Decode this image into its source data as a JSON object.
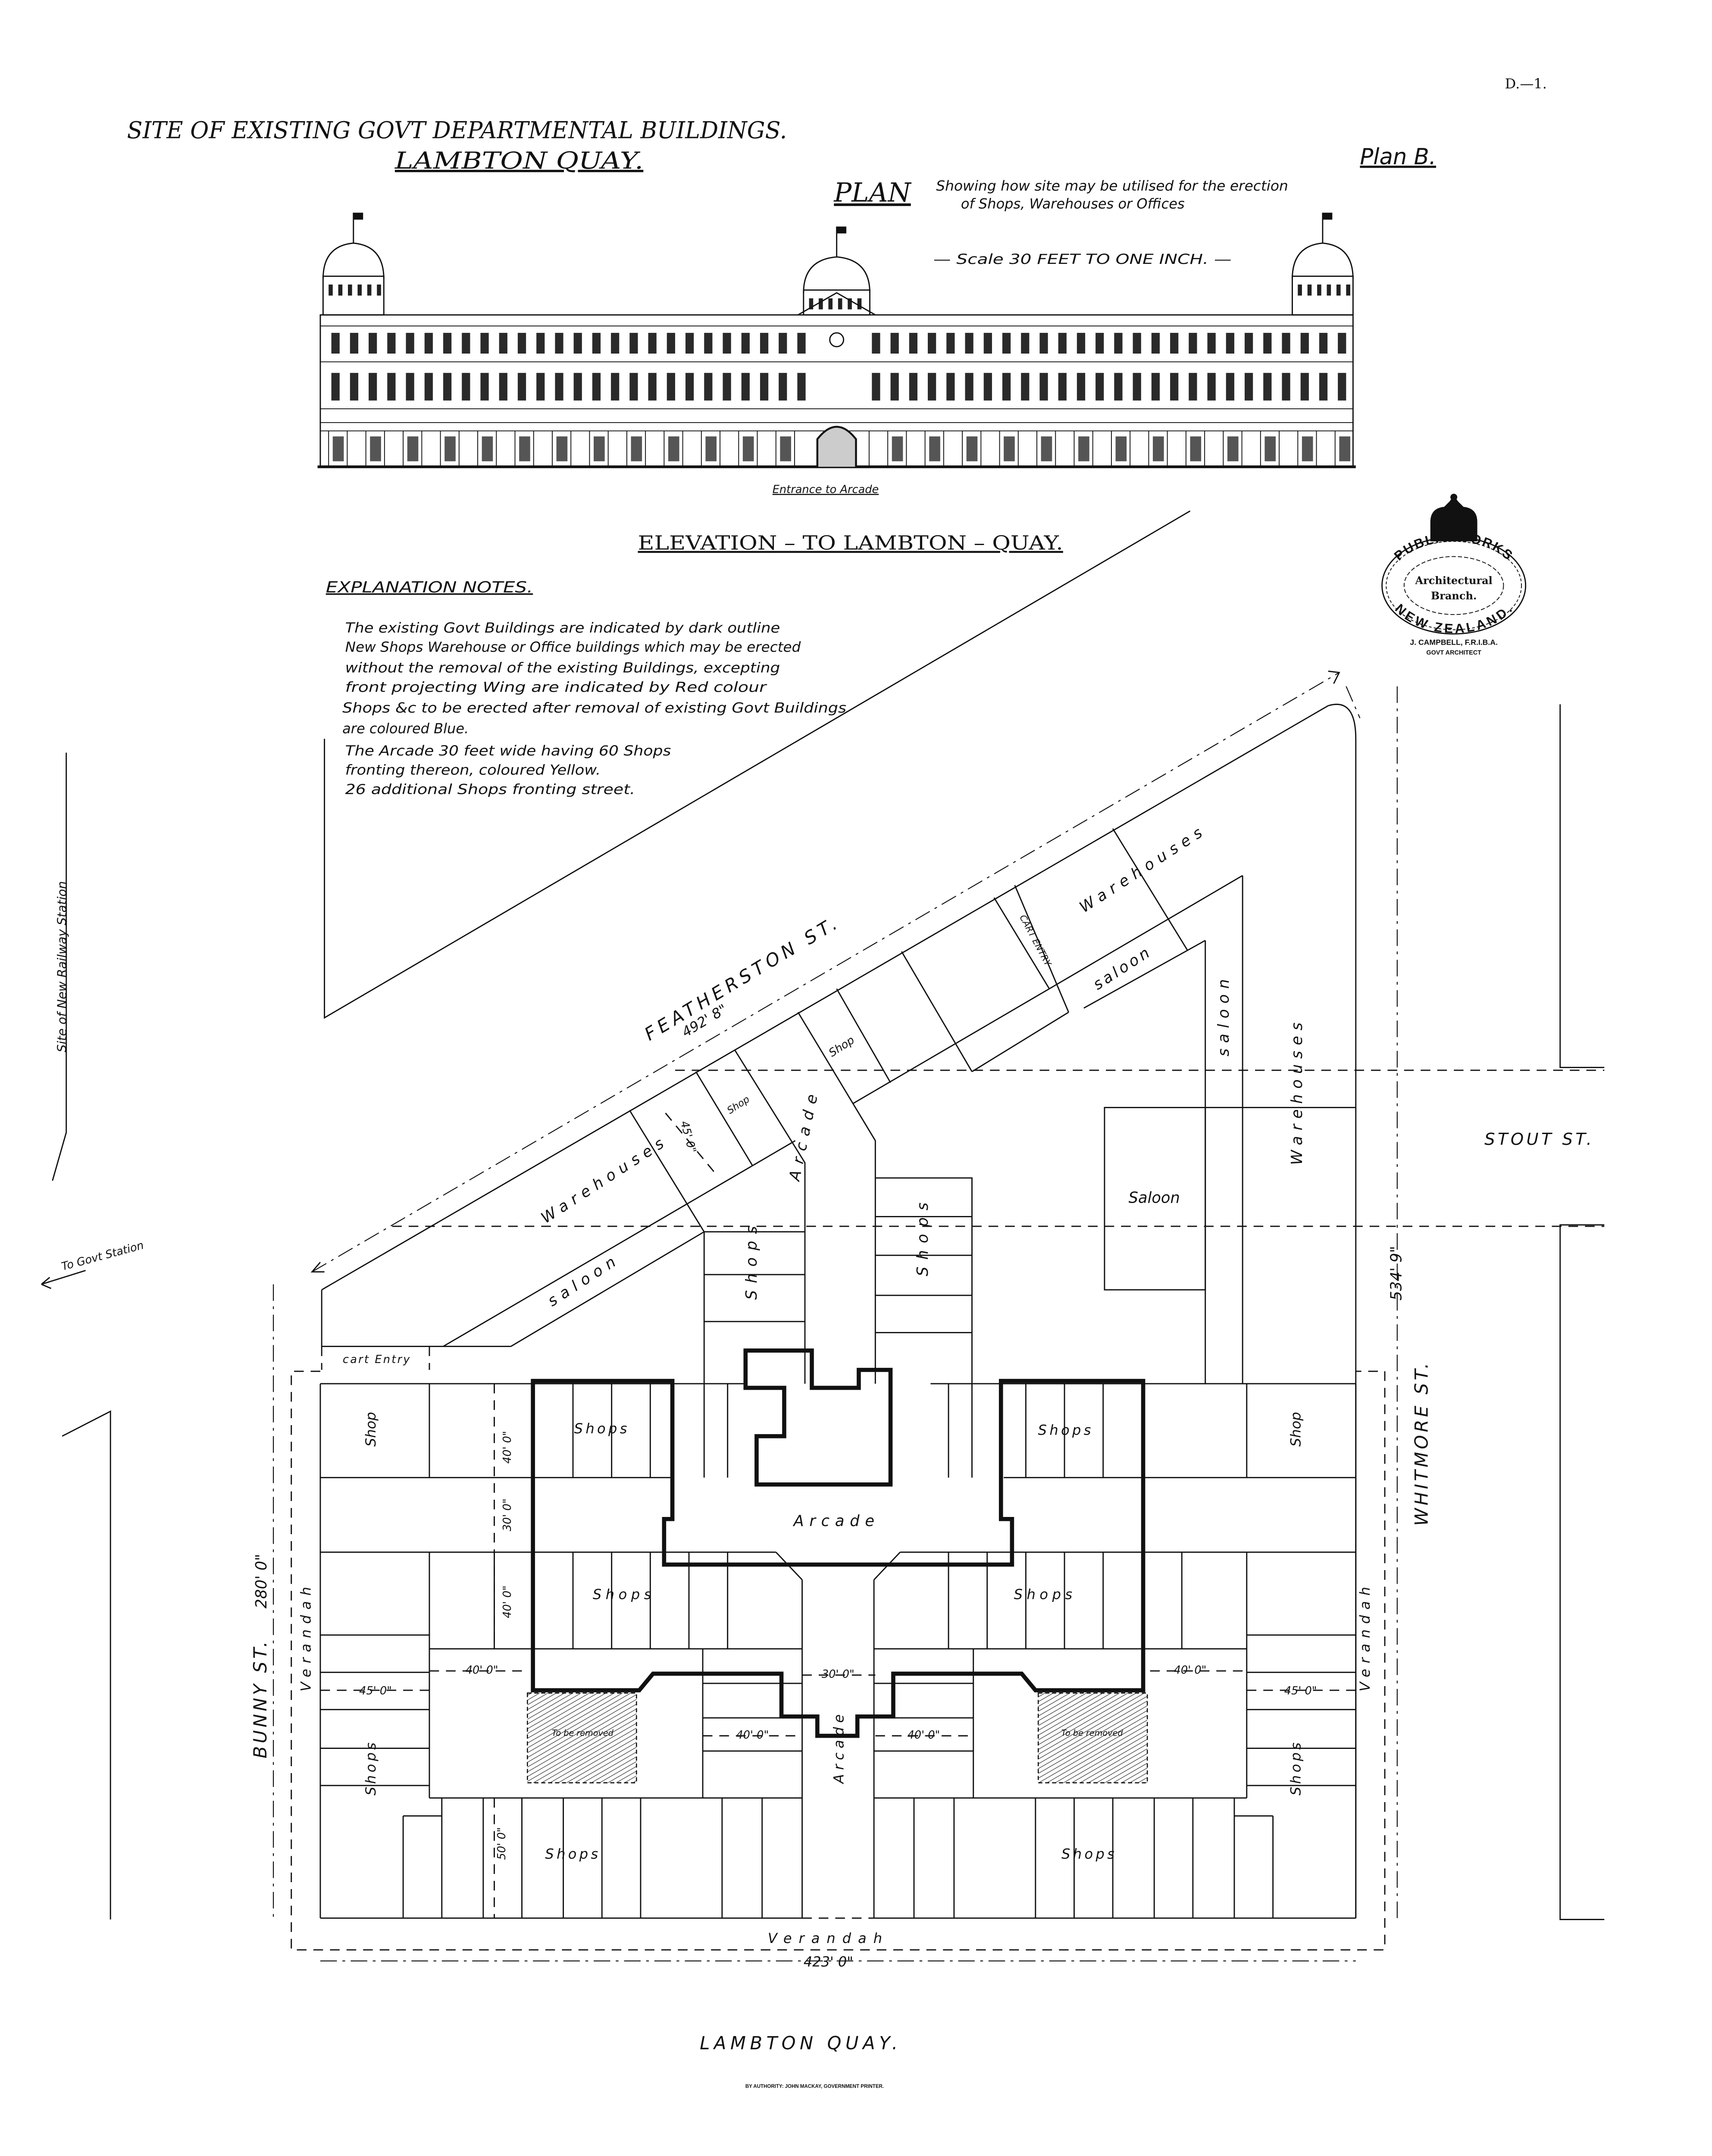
{
  "sheet_ref": "D.—1.",
  "title": {
    "line1": "SITE OF EXISTING GOVT DEPARTMENTAL BUILDINGS.",
    "line2": "LAMBTON QUAY."
  },
  "plan_id": "Plan B.",
  "plan_heading": {
    "label": "PLAN",
    "desc1": "Showing how site may be utilised for the erection",
    "desc2": "of Shops, Warehouses or Offices"
  },
  "scale": "— Scale 30 FEET TO ONE INCH. —",
  "elevation": {
    "entrance_label": "Entrance to Arcade",
    "title": "ELEVATION – TO LAMBTON – QUAY."
  },
  "seal": {
    "top": "PUBLIC WORKS",
    "center1": "Architectural",
    "center2": "Branch.",
    "bottom": "NEW ZEALAND.",
    "signatory": "J. CAMPBELL, F.R.I.B.A.",
    "role": "GOVT ARCHITECT"
  },
  "notes": {
    "heading": "EXPLANATION NOTES.",
    "lines": [
      "The existing Govt Buildings are indicated by dark outline",
      "New Shops Warehouse or Office buildings which may be erected",
      "without the removal of the existing Buildings, excepting",
      "front projecting Wing are indicated by Red colour",
      "Shops &c to be erected after removal of existing Govt Buildings",
      "are coloured Blue.",
      "The Arcade 30 feet wide having 60 Shops",
      "fronting thereon, coloured Yellow.",
      "26 additional Shops fronting street."
    ]
  },
  "streets": {
    "featherston": "FEATHERSTON ST.",
    "featherston_len": "492' 8\"",
    "bunny": "BUNNY ST.",
    "bunny_len": "280' 0\"",
    "whitmore": "WHITMORE ST.",
    "whitmore_len": "534' 9\"",
    "stout": "STOUT ST.",
    "lambton": "LAMBTON QUAY.",
    "lambton_len": "423' 0\""
  },
  "site_labels": {
    "railway": "Site of New Railway Station",
    "govt_station": "To Govt Station"
  },
  "plan_labels": {
    "warehouses_featherston": "Warehouses",
    "saloon_featherston": "saloon",
    "shop_1": "Shop",
    "shop_2": "Shop",
    "arcade_diagonal": "Arcade",
    "shops_left_col": "Shops",
    "shops_right_col": "Shops",
    "cart_entry_ne": "CART ENTRY",
    "warehouses_ne": "Warehouses",
    "saloon_ne": "saloon",
    "saloon_vertical": "saloon",
    "warehouses_east": "Warehouses",
    "saloon_east": "Saloon",
    "cart_entry_w": "cart Entry",
    "shop_nw": "Shop",
    "shop_ne": "Shop",
    "shops_upper_left": "Shops",
    "shops_upper_right": "Shops",
    "arcade_cross": "Arcade",
    "shops_mid_left": "Shops",
    "shops_mid_right": "Shops",
    "shops_west": "Shops",
    "shops_east": "Shops",
    "shops_lower_left": "Shops",
    "shops_lower_right": "Shops",
    "arcade_entrance": "Arcade",
    "to_be_removed_left": "To be removed",
    "to_be_removed_right": "To be removed",
    "verandah_bottom": "Verandah",
    "verandah_left": "Verandah",
    "verandah_right": "Verandah"
  },
  "dimensions": {
    "depth_40a": "40' 0\"",
    "arcade_30": "30' 0\"",
    "depth_40b": "40' 0\"",
    "court_40_left": "40' 0\"",
    "court_40_right": "40' 0\"",
    "wing_45_left": "45' 0\"",
    "wing_45_right": "45' 0\"",
    "arcade_entry_30": "30' 0\"",
    "shop_40_left": "40' 0\"",
    "shop_40_right": "40' 0\"",
    "shop_50": "50' 0\"",
    "warehouse_45": "45' 0\""
  },
  "printer": "BY AUTHORITY: JOHN MACKAY, GOVERNMENT PRINTER."
}
